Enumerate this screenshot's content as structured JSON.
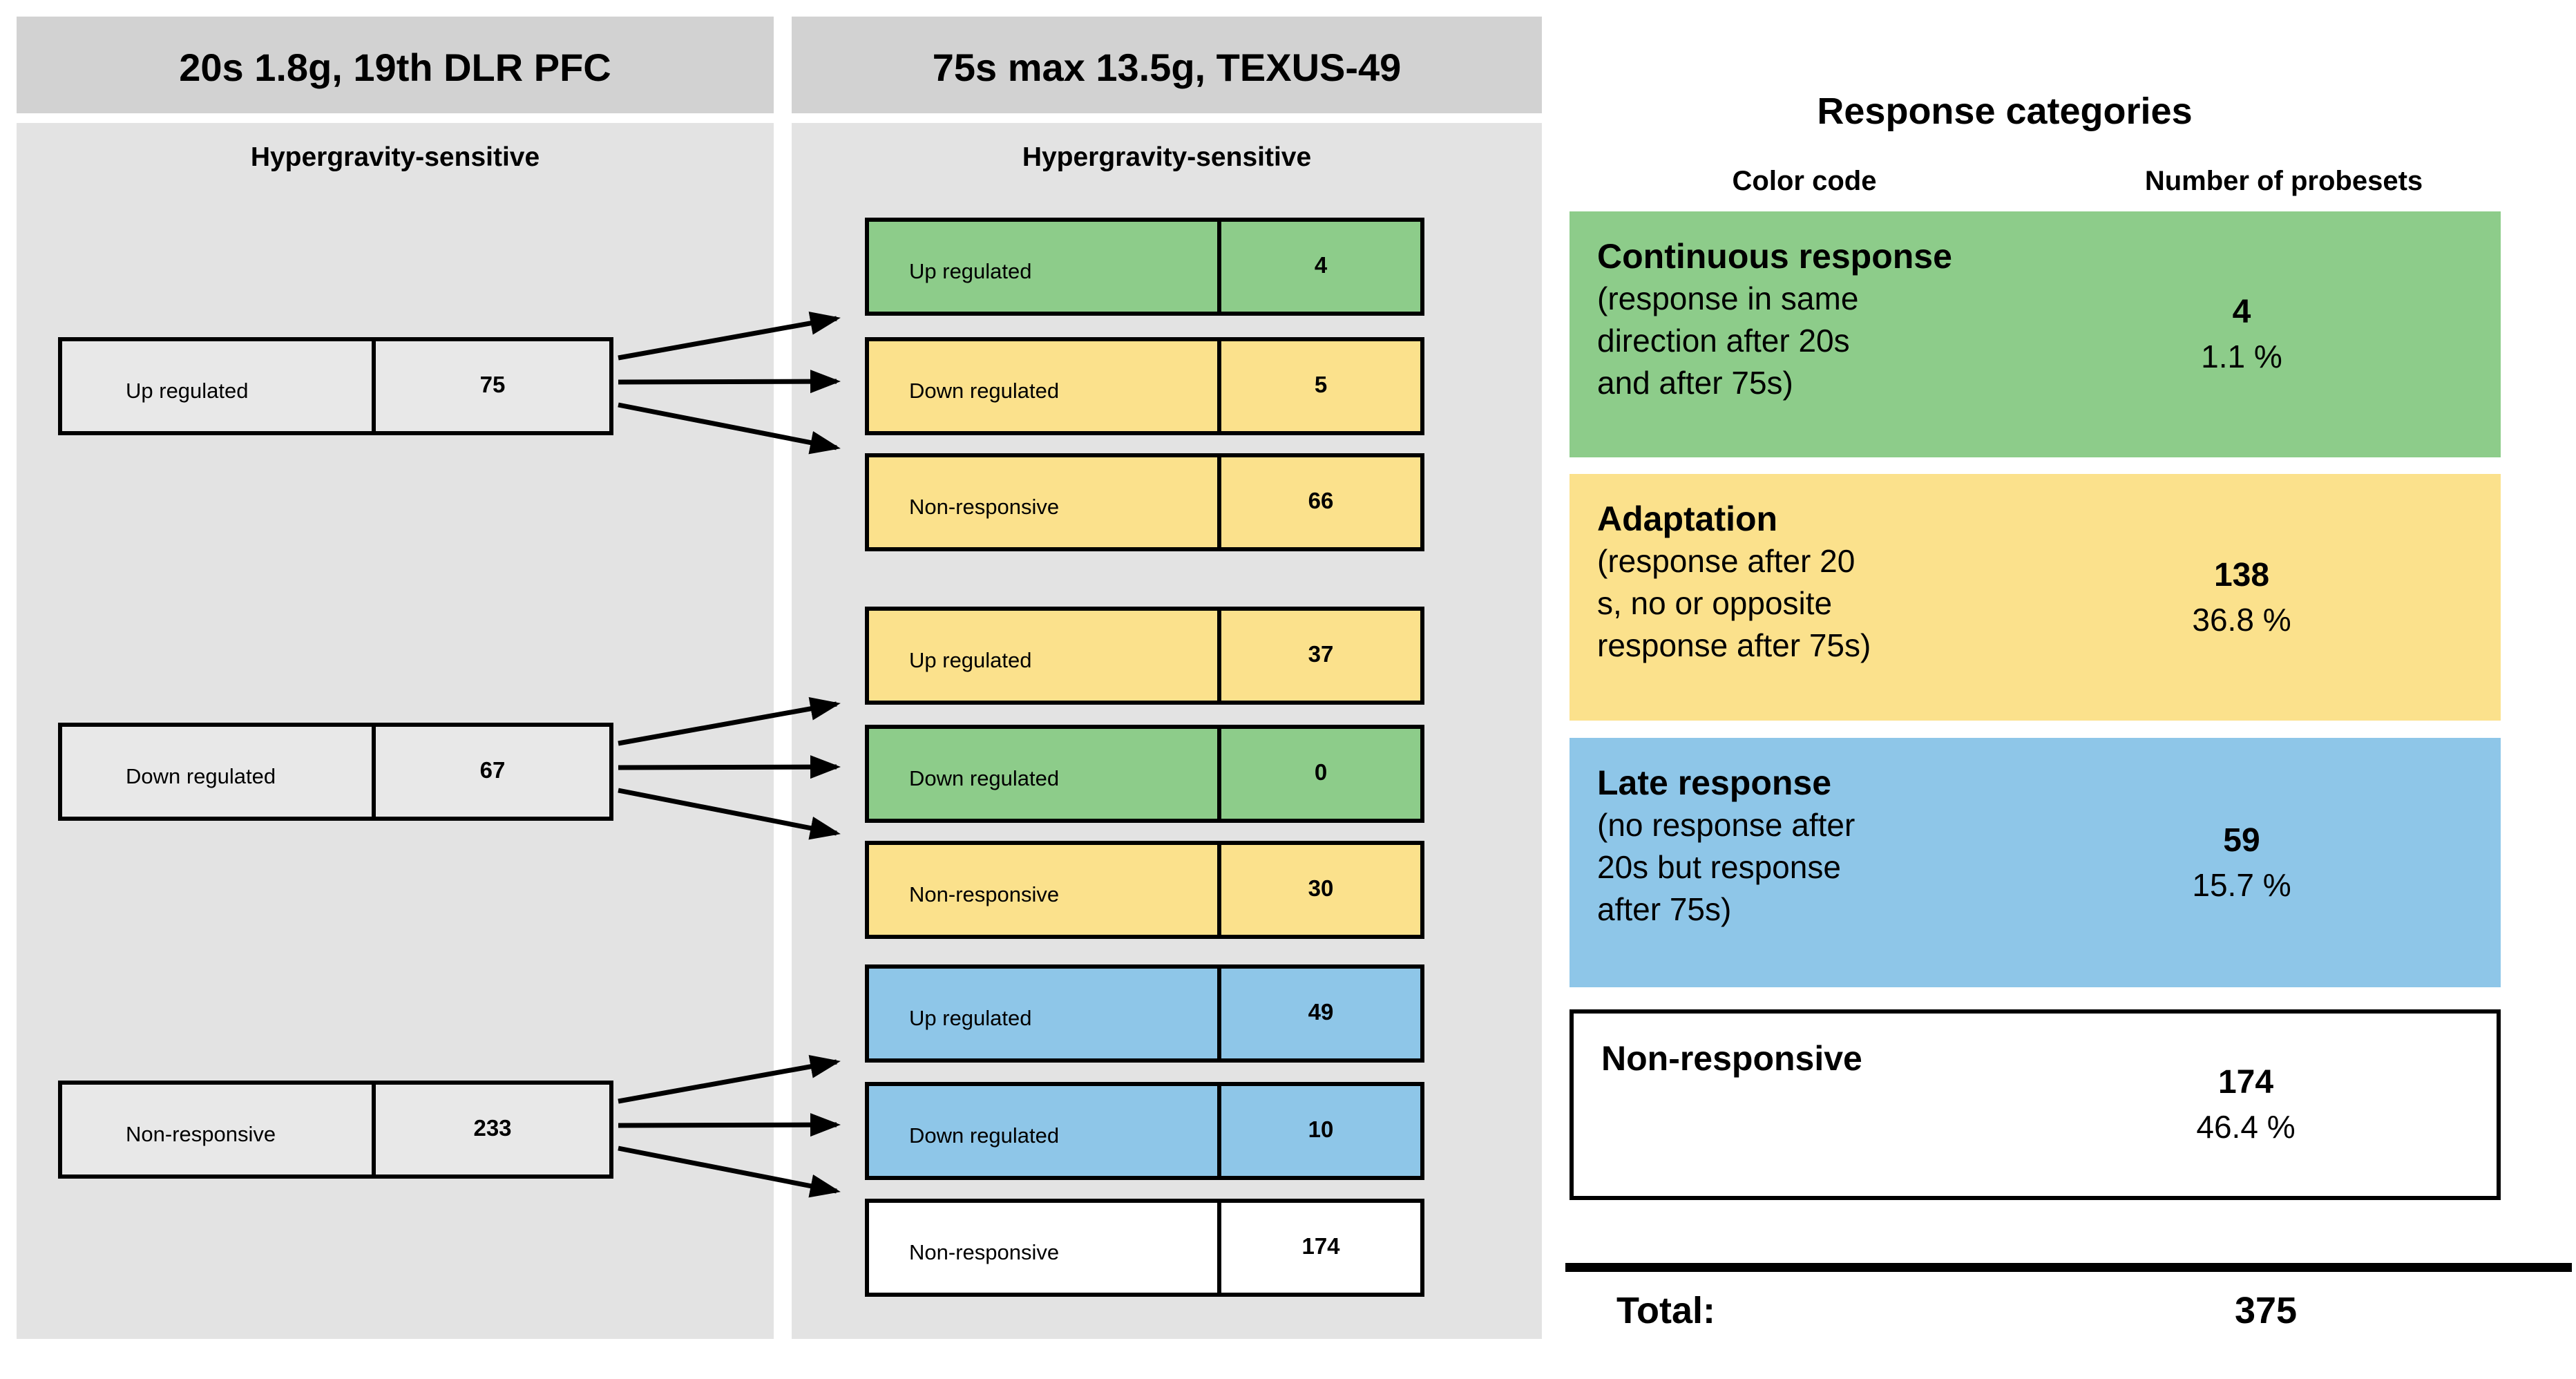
{
  "colors": {
    "continuous": "#8dcc8a",
    "adaptation": "#fbe18c",
    "late": "#8ec6e8",
    "non_responsive": "#ffffff",
    "header_bar": "#d2d2d2",
    "panel_bg": "#e3e3e3",
    "box_gray": "#e8e8e8"
  },
  "left_panel": {
    "title": "20s 1.8g, 19th DLR PFC",
    "subtitle": "Hypergravity-sensitive",
    "boxes": [
      {
        "label": "Up regulated",
        "count": "75"
      },
      {
        "label": "Down regulated",
        "count": "67"
      },
      {
        "label": "Non-responsive",
        "count": "233"
      }
    ]
  },
  "middle_panel": {
    "title": "75s max 13.5g, TEXUS-49",
    "subtitle": "Hypergravity-sensitive",
    "boxes": [
      {
        "label": "Up regulated",
        "count": "4",
        "category": "continuous"
      },
      {
        "label": "Down regulated",
        "count": "5",
        "category": "adaptation"
      },
      {
        "label": "Non-responsive",
        "count": "66",
        "category": "adaptation"
      },
      {
        "label": "Up regulated",
        "count": "37",
        "category": "adaptation"
      },
      {
        "label": "Down regulated",
        "count": "0",
        "category": "continuous"
      },
      {
        "label": "Non-responsive",
        "count": "30",
        "category": "adaptation"
      },
      {
        "label": "Up regulated",
        "count": "49",
        "category": "late"
      },
      {
        "label": "Down regulated",
        "count": "10",
        "category": "late"
      },
      {
        "label": "Non-responsive",
        "count": "174",
        "category": "non_responsive"
      }
    ]
  },
  "arrows": [
    {
      "from": 0,
      "to": [
        0,
        1,
        2
      ]
    },
    {
      "from": 1,
      "to": [
        3,
        4,
        5
      ]
    },
    {
      "from": 2,
      "to": [
        6,
        7,
        8
      ]
    }
  ],
  "legend": {
    "title": "Response categories",
    "col_color": "Color code",
    "col_number": "Number of probesets",
    "entries": [
      {
        "heading": "Continuous response",
        "lines": [
          "(response in same",
          "direction after 20s",
          "and after 75s)"
        ],
        "count": "4",
        "percent": "1.1 %",
        "category": "continuous"
      },
      {
        "heading": "Adaptation",
        "lines": [
          "(response after 20",
          "s, no or opposite",
          "response after 75s)"
        ],
        "count": "138",
        "percent": "36.8 %",
        "category": "adaptation"
      },
      {
        "heading": "Late response",
        "lines": [
          "(no response after",
          "20s but response",
          "after 75s)"
        ],
        "count": "59",
        "percent": "15.7 %",
        "category": "late"
      },
      {
        "heading": "Non-responsive",
        "lines": [],
        "count": "174",
        "percent": "46.4 %",
        "category": "non_responsive"
      }
    ],
    "total_label": "Total:",
    "total_value": "375"
  }
}
